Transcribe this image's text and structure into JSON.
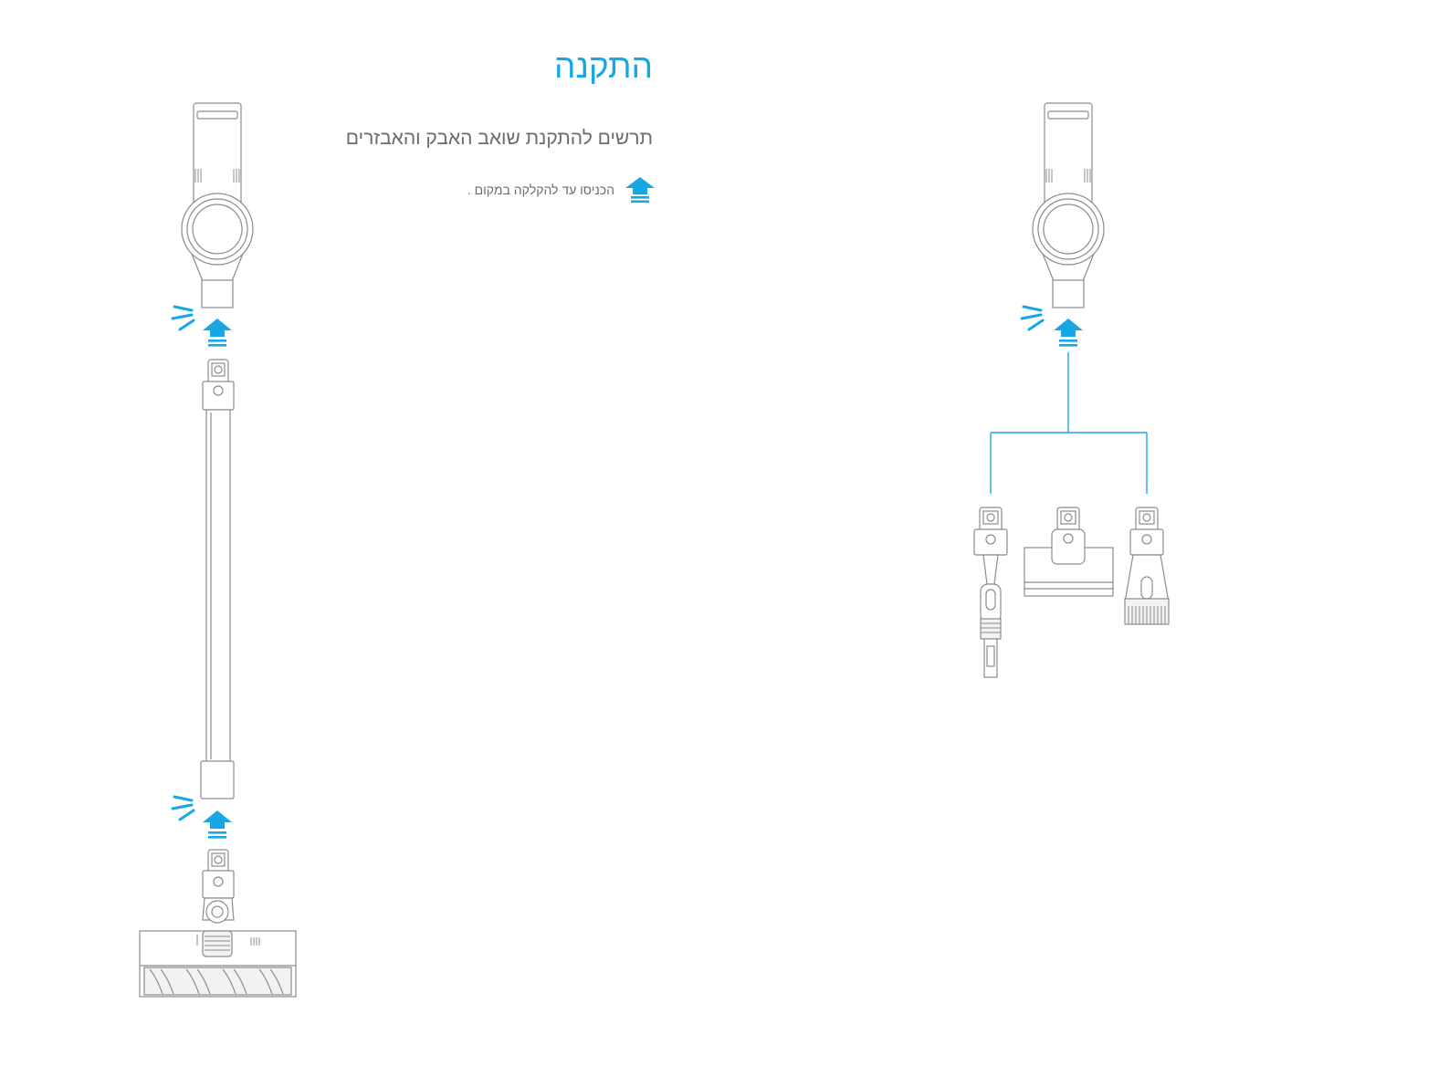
{
  "title": "התקנה",
  "subtitle": "תרשים להתקנת שואב האבק והאבזרים",
  "legend": {
    "icon": "blue-up-arrow-icon",
    "text": "הכניסו עד להקלקה במקום ."
  },
  "colors": {
    "accent": "#17a7e5",
    "outline": "#8c8c8c",
    "text": "#6b6b6b"
  }
}
